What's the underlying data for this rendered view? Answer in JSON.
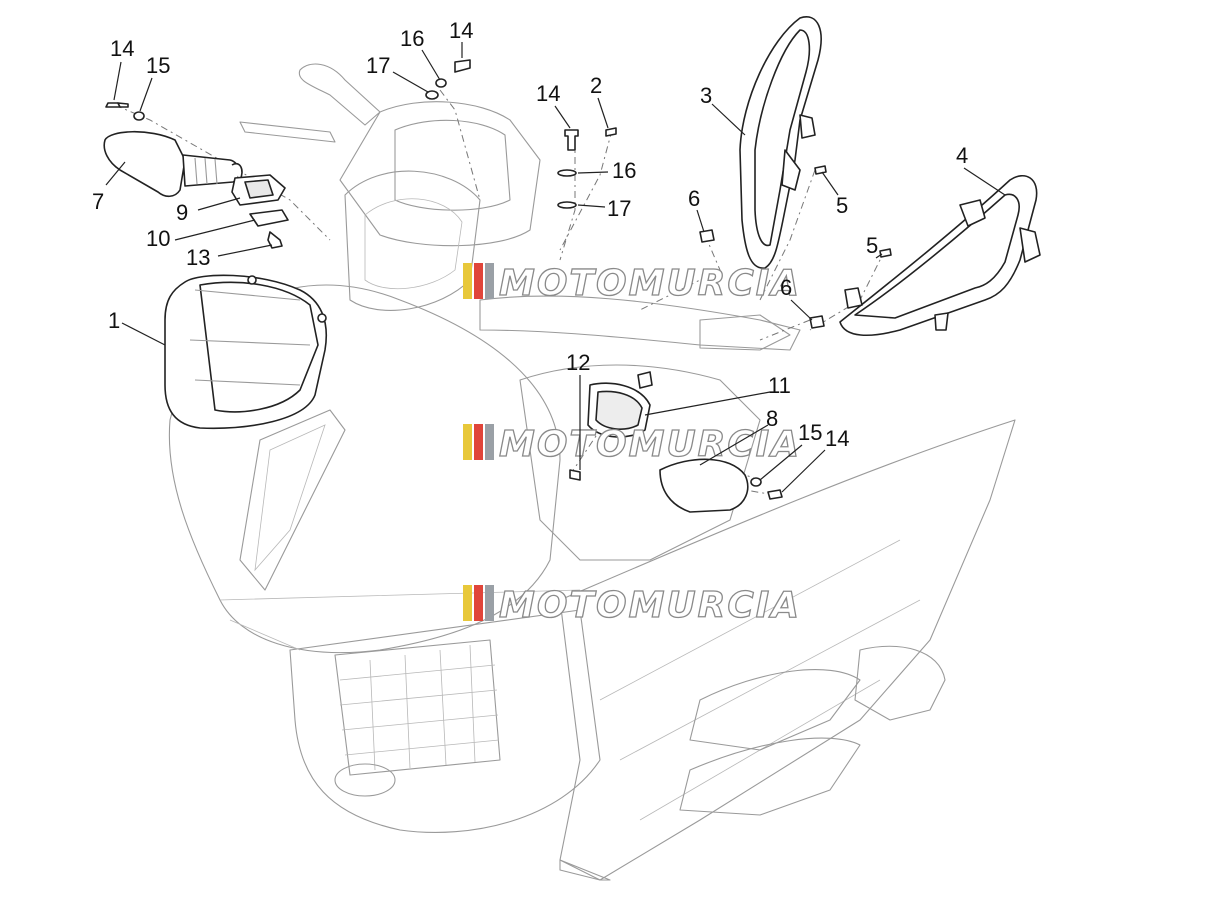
{
  "watermark": {
    "text": "MOTOMURCIA",
    "stripe_colors": [
      "#e8c83a",
      "#e0453a",
      "#9aa0a6"
    ]
  },
  "callouts": [
    "14",
    "15",
    "7",
    "9",
    "10",
    "13",
    "1",
    "16",
    "17",
    "14",
    "14",
    "2",
    "16",
    "17",
    "3",
    "6",
    "5",
    "4",
    "5",
    "6",
    "12",
    "11",
    "8",
    "15",
    "14"
  ],
  "colors": {
    "line": "#222222",
    "ghost": "#9a9a9a"
  }
}
